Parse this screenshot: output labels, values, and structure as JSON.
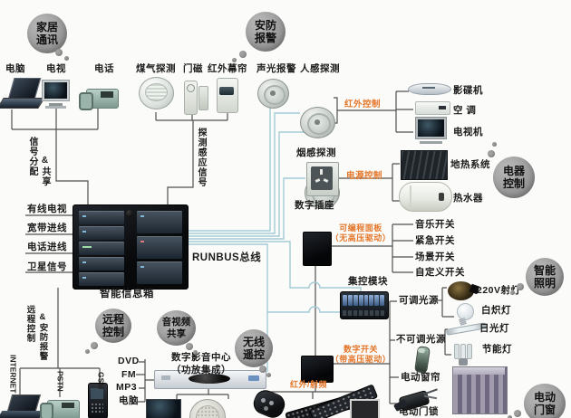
{
  "bubbles": {
    "home_comm": "家居\n通讯",
    "security": "安防\n报警",
    "appliance": "电器\n控制",
    "lighting": "智能\n照明",
    "remote": "远程\n控制",
    "av_share": "音视频\n共享",
    "wireless": "无线\n遥控",
    "doors": "电动\n门窗"
  },
  "top": {
    "computer": "电脑",
    "tv": "电视",
    "phone": "电话",
    "gas": "煤气探测",
    "door_magnet": "门磁",
    "ir_curtain": "红外幕帘",
    "sound_light": "声光报警",
    "motion": "人感探测"
  },
  "hub": {
    "name": "智能信息箱",
    "bus": "RUNBUS总线",
    "inputs": [
      "有线电视",
      "宽带进线",
      "电话进线",
      "卫星信号"
    ]
  },
  "vertical": {
    "signal": "信号分配",
    "share": "&共享",
    "detect": "探测感应信号",
    "remote": "远程控制",
    "security": "&安防报警",
    "internet": "INTERNET",
    "pstn": "PSTN",
    "gsm": "GSM"
  },
  "orange": {
    "ir": "红外控制",
    "power": "电源控制",
    "prog": "可编程面板\n（无高压驱动）",
    "digital": "数字开关\n（带高压驱动）",
    "irrf": "红外/射频"
  },
  "appliances": {
    "disc": "影碟机",
    "ac": "空 调",
    "tv_set": "电视机",
    "heating": "地热系统",
    "heater": "热水器"
  },
  "mid": {
    "smoke": "烟感探测",
    "socket": "数字插座",
    "module": "集控模块"
  },
  "switches": [
    "音乐开关",
    "紧急开关",
    "场景开关",
    "自定义开关"
  ],
  "lighting_group": {
    "dimmable": "可调光源",
    "non_dimmable": "不可调光源",
    "lamps": [
      "220V射灯",
      "白炽灯",
      "日光灯",
      "节能灯"
    ]
  },
  "motor_group": {
    "curtain": "电动窗帘",
    "lock": "电动门锁"
  },
  "av": {
    "center": "数字影音中心\n（功放集成）",
    "sources": [
      "DVD",
      "FM",
      "MP3",
      "电脑"
    ]
  }
}
